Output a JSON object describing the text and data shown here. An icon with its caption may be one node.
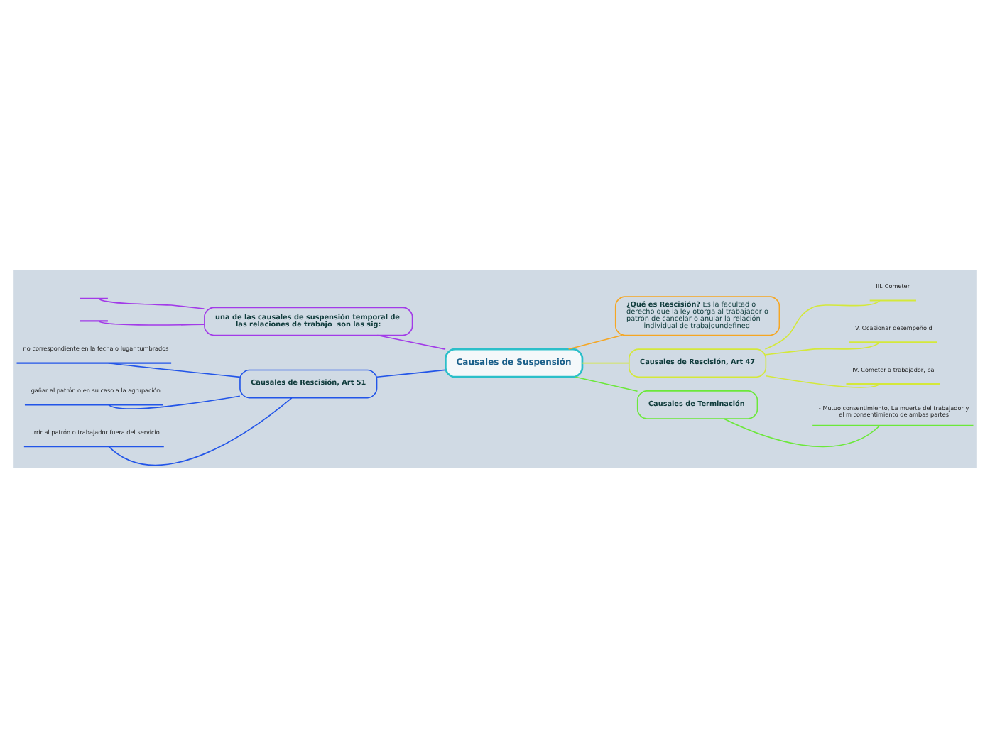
{
  "diagram": {
    "nodes": [
      {
        "text": [
          "Causales de Suspensión"
        ]
      },
      {
        "text": [
          "**¿Qué es Rescisión?** Es la facultad o derecho que la ley otorga al trabajador o patrón de cancelar o anular la relación individual de trabajoundefined"
        ]
      },
      {
        "text": [
          "Causales de Rescisión, Art 47"
        ]
      },
      {
        "text": [
          "III. Cometer"
        ]
      },
      {
        "text": [
          "V. Ocasionar desempeño d"
        ]
      },
      {
        "text": [
          "IV. Cometer a trabajador, pa"
        ]
      },
      {
        "text": [
          "Causales de Terminación"
        ]
      },
      {
        "text": [
          "- Mutuo consentimiento, La muerte del trabajador y el m consentimiento de ambas partes"
        ]
      },
      {
        "text": [
          "una de las causales de suspensión temporal de las relaciones de trabajo  son las sig:"
        ]
      },
      {
        "text": [],
        "shape": "bar"
      },
      {
        "text": [],
        "shape": "bar"
      },
      {
        "text": [
          "Causales de Rescisión, Art 51"
        ]
      },
      {
        "text": [
          "rio correspondiente en la fecha o lugar tumbrados"
        ]
      },
      {
        "text": [
          "gañar al patrón o en su caso a la agrupación"
        ]
      },
      {
        "text": [
          "urrir al patrón o trabajador fuera del servicio"
        ]
      }
    ],
    "edges": [
      {
        "from": 0,
        "to": 1,
        "arrow": "none",
        "color": "#f5a623"
      },
      {
        "from": 0,
        "to": 2,
        "arrow": "none",
        "color": "#d4e83a"
      },
      {
        "from": 2,
        "to": 3,
        "arrow": "none",
        "color": "#d4e83a"
      },
      {
        "from": 2,
        "to": 4,
        "arrow": "none",
        "color": "#d4e83a"
      },
      {
        "from": 2,
        "to": 5,
        "arrow": "none",
        "color": "#d4e83a"
      },
      {
        "from": 0,
        "to": 6,
        "arrow": "none",
        "color": "#6be83a"
      },
      {
        "from": 6,
        "to": 7,
        "arrow": "none",
        "color": "#6be83a"
      },
      {
        "from": 0,
        "to": 8,
        "arrow": "none",
        "color": "#a23ae8"
      },
      {
        "from": 8,
        "to": 9,
        "arrow": "none",
        "color": "#a23ae8"
      },
      {
        "from": 8,
        "to": 10,
        "arrow": "none",
        "color": "#a23ae8"
      },
      {
        "from": 0,
        "to": 11,
        "arrow": "none",
        "color": "#2255e8"
      },
      {
        "from": 11,
        "to": 12,
        "arrow": "none",
        "color": "#2255e8"
      },
      {
        "from": 11,
        "to": 13,
        "arrow": "none",
        "color": "#2255e8"
      },
      {
        "from": 11,
        "to": 14,
        "arrow": "none",
        "color": "#2255e8"
      }
    ]
  }
}
